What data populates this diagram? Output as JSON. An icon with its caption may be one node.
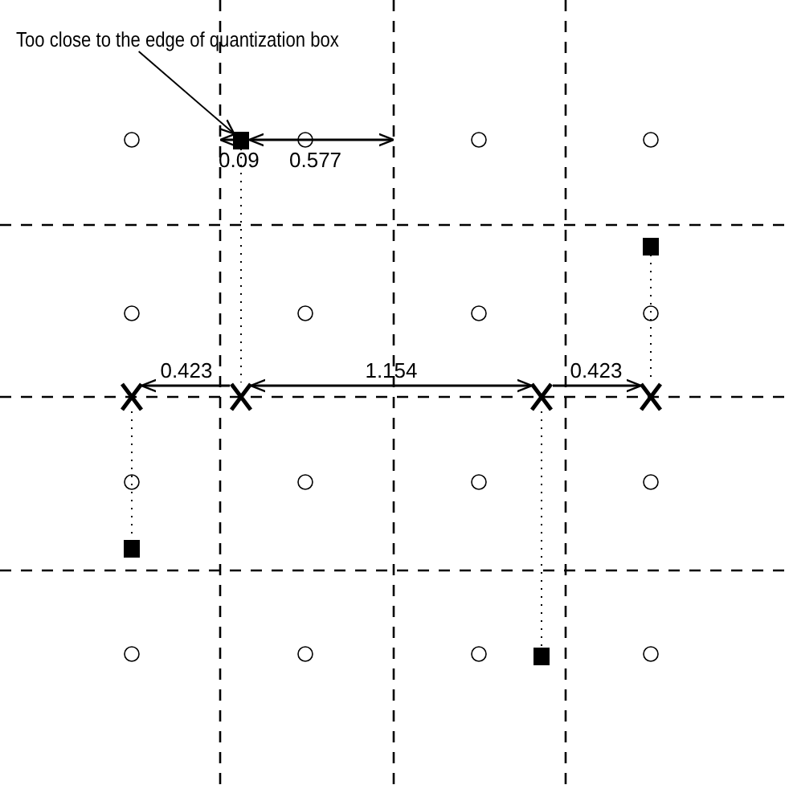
{
  "diagram": {
    "nodes": [
      {
        "text": [
          "Too close to the edge of quantization box"
        ]
      },
      {
        "text": [],
        "shape": "box"
      },
      {
        "text": [],
        "shape": "box"
      },
      {
        "text": [],
        "shape": "cross"
      },
      {
        "text": [],
        "shape": "cross"
      },
      {
        "text": [],
        "shape": "cross"
      },
      {
        "text": [],
        "shape": "cross"
      },
      {
        "text": [],
        "shape": "box"
      },
      {
        "text": [],
        "shape": "box"
      }
    ],
    "edges": [
      {
        "from": 0,
        "to": 1,
        "arrow": "to"
      },
      {
        "from": 1,
        "to": 4,
        "arrow": "none",
        "style": "dashed"
      },
      {
        "from": 2,
        "to": 6,
        "arrow": "none",
        "style": "dashed"
      },
      {
        "from": 3,
        "to": 7,
        "arrow": "none",
        "style": "dashed"
      },
      {
        "from": 5,
        "to": 8,
        "arrow": "none",
        "style": "dashed"
      },
      {
        "from": 4,
        "to": 3,
        "arrow": "to",
        "label": "0.423"
      },
      {
        "from": 4,
        "to": 5,
        "arrow": "both",
        "label": "1.154"
      },
      {
        "from": 5,
        "to": 6,
        "arrow": "to",
        "label": "0.423"
      }
    ],
    "labels": [
      "0.09",
      "0.577"
    ]
  }
}
